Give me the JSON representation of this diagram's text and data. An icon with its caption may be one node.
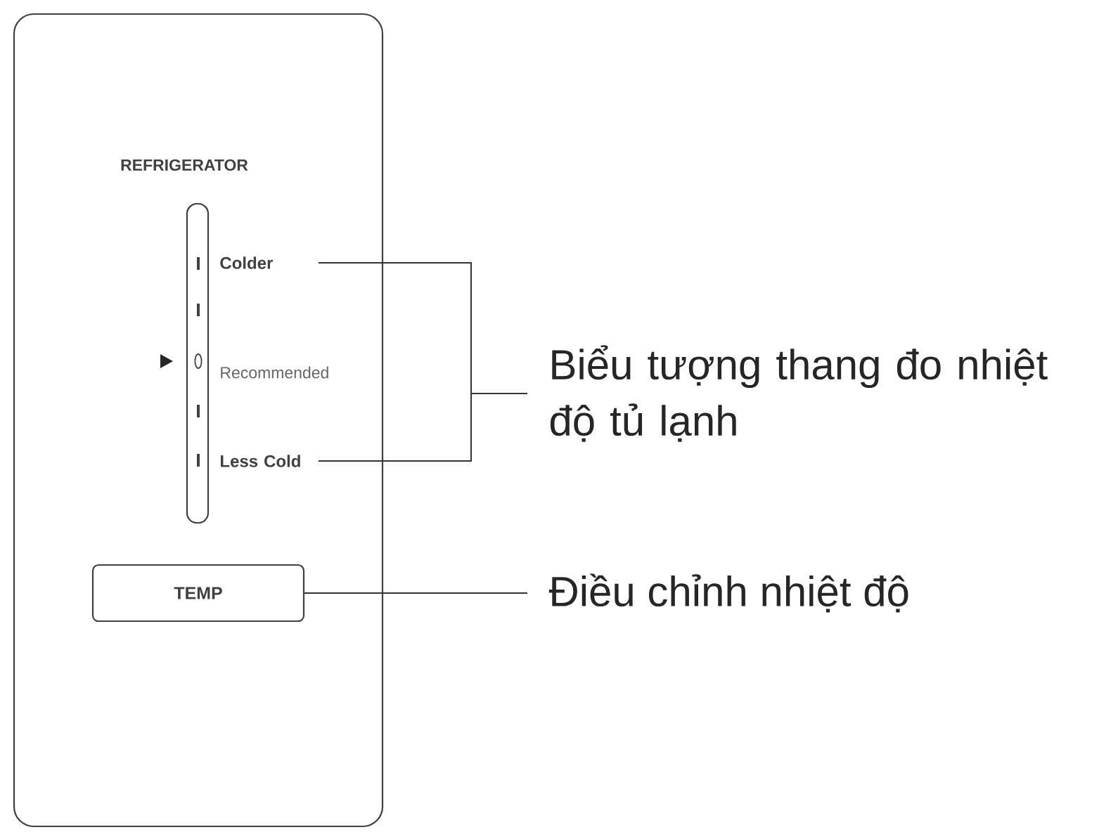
{
  "diagram": {
    "nodes": [
      {
        "text": [
          "REFRIGERATOR"
        ]
      },
      {
        "text": [],
        "shape": "bar",
        "in": 0
      },
      {
        "text": [
          "Colder"
        ],
        "in": 0
      },
      {
        "text": [
          "Less Cold"
        ],
        "in": 0
      },
      {
        "text": [
          "TEMP"
        ],
        "in": 0
      },
      {
        "text": [
          "Biểu tượng thang đo nhiệt độ tủ lạnh"
        ]
      },
      {
        "text": [
          "Điều chỉnh nhiệt độ"
        ]
      }
    ],
    "edges": [
      {
        "from": 5,
        "to": 2,
        "arrow": "none"
      },
      {
        "from": 5,
        "to": 3,
        "arrow": "none"
      },
      {
        "from": 6,
        "to": 4,
        "arrow": "none"
      }
    ],
    "labels": [
      "Recommended"
    ]
  }
}
